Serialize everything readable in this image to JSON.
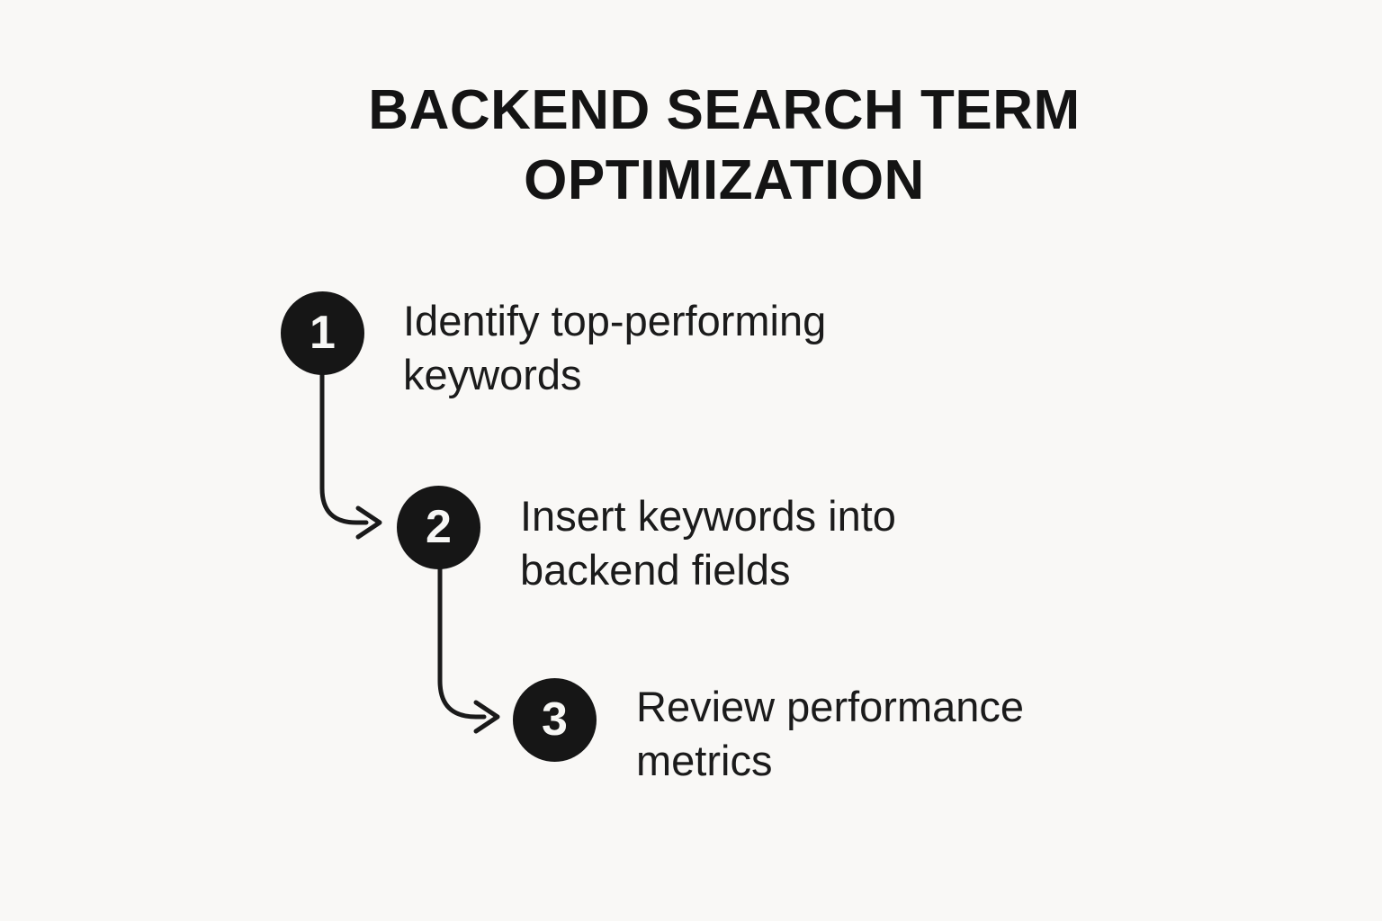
{
  "title": {
    "text": "BACKEND SEARCH TERM OPTIMIZATION",
    "lines": [
      "BACKEND SEARCH TERM",
      "OPTIMIZATION"
    ]
  },
  "steps": [
    {
      "number": "1",
      "label": "Identify top-performing keywords"
    },
    {
      "number": "2",
      "label": "Insert keywords into backend fields"
    },
    {
      "number": "3",
      "label": "Review performance metrics"
    }
  ],
  "connectors": [
    {
      "from": "step-1",
      "to": "step-2",
      "style": "down-then-right-arrow"
    },
    {
      "from": "step-2",
      "to": "step-3",
      "style": "down-then-right-arrow"
    }
  ],
  "colors": {
    "background": "#f9f8f6",
    "ink": "#171717",
    "circle_fill": "#161616",
    "circle_number": "#f7f7f5"
  }
}
